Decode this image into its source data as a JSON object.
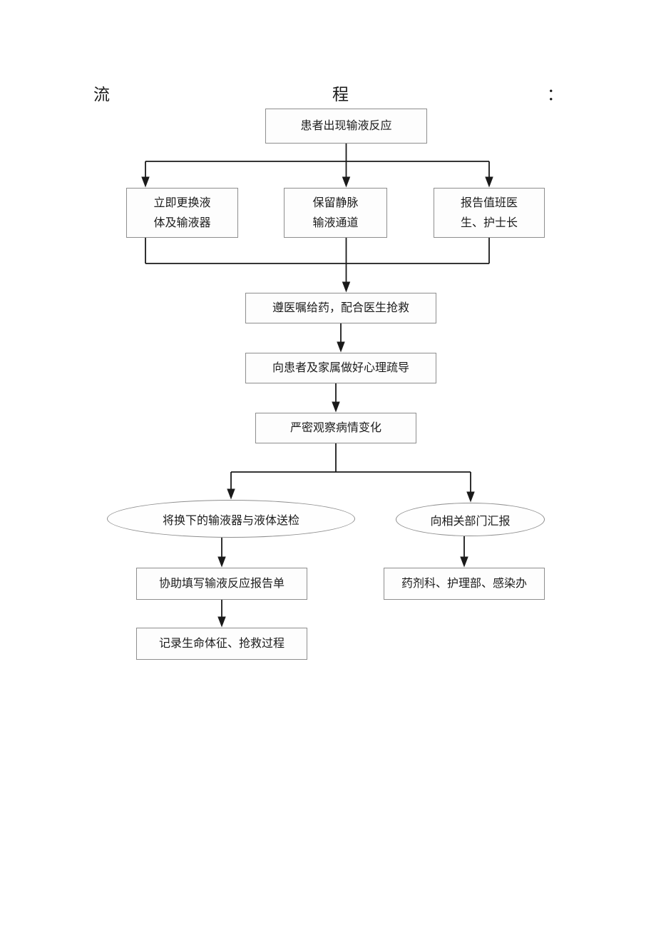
{
  "header": {
    "segment_1": "流",
    "segment_2": "程",
    "segment_3": "："
  },
  "diagram": {
    "title_text": "流            程                        ：",
    "type": "flowchart",
    "orientation": "top-to-bottom",
    "nodes": [
      {
        "id": "start",
        "shape": "rectangle",
        "label": "患者出现输液反应"
      },
      {
        "id": "p1",
        "shape": "rectangle",
        "label": "立即更换液体及输液器",
        "line1": "立即更换液",
        "line2": "体及输液器"
      },
      {
        "id": "p2",
        "shape": "rectangle",
        "label": "保留静脉输液通道",
        "line1": "保留静脉",
        "line2": "输液通道"
      },
      {
        "id": "p3",
        "shape": "rectangle",
        "label": "报告值班医生、护士长",
        "line1": "报告值班医",
        "line2": "生、护士长"
      },
      {
        "id": "m1",
        "shape": "rectangle",
        "label": "遵医嘱给药，配合医生抢救"
      },
      {
        "id": "m2",
        "shape": "rectangle",
        "label": "向患者及家属做好心理疏导"
      },
      {
        "id": "m3",
        "shape": "rectangle",
        "label": "严密观察病情变化"
      },
      {
        "id": "e1",
        "shape": "ellipse",
        "label": "将换下的输液器与液体送检"
      },
      {
        "id": "e2",
        "shape": "ellipse",
        "label": "向相关部门汇报"
      },
      {
        "id": "b1",
        "shape": "rectangle",
        "label": "协助填写输液反应报告单"
      },
      {
        "id": "b2",
        "shape": "rectangle",
        "label": "记录生命体征、抢救过程"
      },
      {
        "id": "b3",
        "shape": "rectangle",
        "label": "药剂科、护理部、感染办"
      }
    ],
    "edges": [
      {
        "from": "start",
        "to": "p1"
      },
      {
        "from": "start",
        "to": "p2"
      },
      {
        "from": "start",
        "to": "p3"
      },
      {
        "from": "p1",
        "to": "m1"
      },
      {
        "from": "p2",
        "to": "m1"
      },
      {
        "from": "p3",
        "to": "m1"
      },
      {
        "from": "m1",
        "to": "m2"
      },
      {
        "from": "m2",
        "to": "m3"
      },
      {
        "from": "m3",
        "to": "e1"
      },
      {
        "from": "m3",
        "to": "e2"
      },
      {
        "from": "e1",
        "to": "b1"
      },
      {
        "from": "b1",
        "to": "b2"
      },
      {
        "from": "e2",
        "to": "b3"
      }
    ],
    "colors": {
      "stroke": "#8e8e8e",
      "connector": "#1a1a1a",
      "text": "#1c1c1c",
      "background": "#ffffff"
    }
  }
}
